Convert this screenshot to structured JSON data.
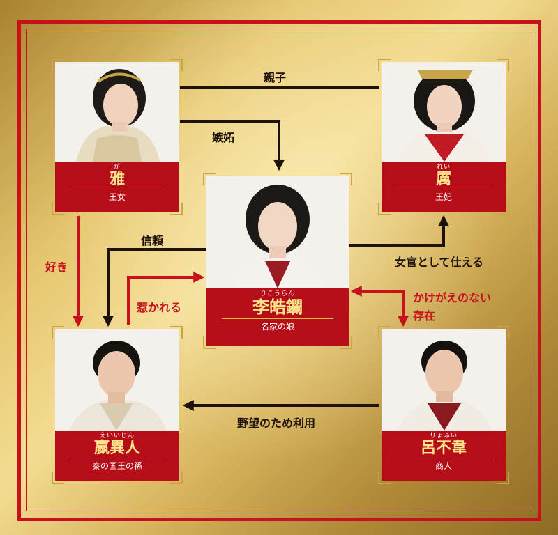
{
  "characters": {
    "ga": {
      "ruby": "が",
      "name": "雅",
      "title": "王女"
    },
    "rei": {
      "ruby": "れい",
      "name": "厲",
      "title": "王妃"
    },
    "rikouran": {
      "ruby": "りこうらん",
      "name": "李皓鑭",
      "title": "名家の娘"
    },
    "eiijin": {
      "ruby": "えいいじん",
      "name": "嬴異人",
      "title": "秦の国王の孫"
    },
    "ryofui": {
      "ruby": "りょふい",
      "name": "呂不韋",
      "title": "商人"
    }
  },
  "relations": {
    "oyako": "親子",
    "shitto": "嫉妬",
    "shinrai": "信頼",
    "suki": "好き",
    "hikareru": "惹かれる",
    "nyokan": "女官として仕える",
    "kakegae_line1": "かけがえのない",
    "kakegae_line2": "存在",
    "yabou": "野望のため利用"
  },
  "colors": {
    "accent_red": "#c8101e",
    "gold": "#e6c770",
    "arrow_black": "#1c1208"
  }
}
